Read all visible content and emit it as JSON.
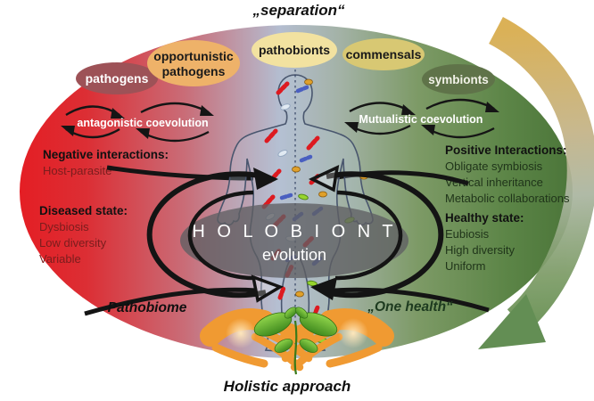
{
  "title": "„separation“",
  "bubbles": [
    {
      "label": "pathogens"
    },
    {
      "lines": [
        "opportunistic",
        "pathogens"
      ]
    },
    {
      "label": "pathobionts"
    },
    {
      "label": "commensals"
    },
    {
      "label": "symbionts"
    }
  ],
  "cycles": {
    "left_label": "antagonistic coevolution",
    "right_label": "Mutualistic coevolution"
  },
  "left_panel": {
    "negative_heading": "Negative interactions:",
    "negative_items": [
      "Host-parasite"
    ],
    "diseased_heading": "Diseased state:",
    "diseased_items": [
      "Dysbiosis",
      "Low diversity",
      "Variable"
    ]
  },
  "right_panel": {
    "positive_heading": "Positive Interactions:",
    "positive_items": [
      "Obligate symbiosis",
      "Vertical inheritance",
      "Metabolic collaborations"
    ],
    "healthy_heading": "Healthy state:",
    "healthy_items": [
      "Eubiosis",
      "High diversity",
      "Uniform"
    ]
  },
  "center": {
    "title": "H O L O B I O N T",
    "subtitle": "evolution"
  },
  "footer": {
    "left": "Pathobiome",
    "right": "„One health“",
    "caption": "Holistic approach"
  },
  "colors": {
    "gradient_left_red": "#e41e24",
    "gradient_center_blue": "#b4bdd0",
    "gradient_right_green": "#4b7539",
    "flow_arrow_gold": "#d8ab4a",
    "flow_arrow_green": "#5f8b4a",
    "holobiont_ellipse_gray": "#5f5f63",
    "hands_orange": "#f09a32",
    "leaf_green": "#55a826",
    "pathogens_bubble": "#9d5257",
    "opportunistic_bubble": "#eeb269",
    "pathobionts_bubble": "#f2e2a0",
    "commensals_bubble": "#d8c873",
    "symbionts_bubble": "#5f7349",
    "diseased_text": "#7a1d1d",
    "healthy_text": "#20351a"
  }
}
